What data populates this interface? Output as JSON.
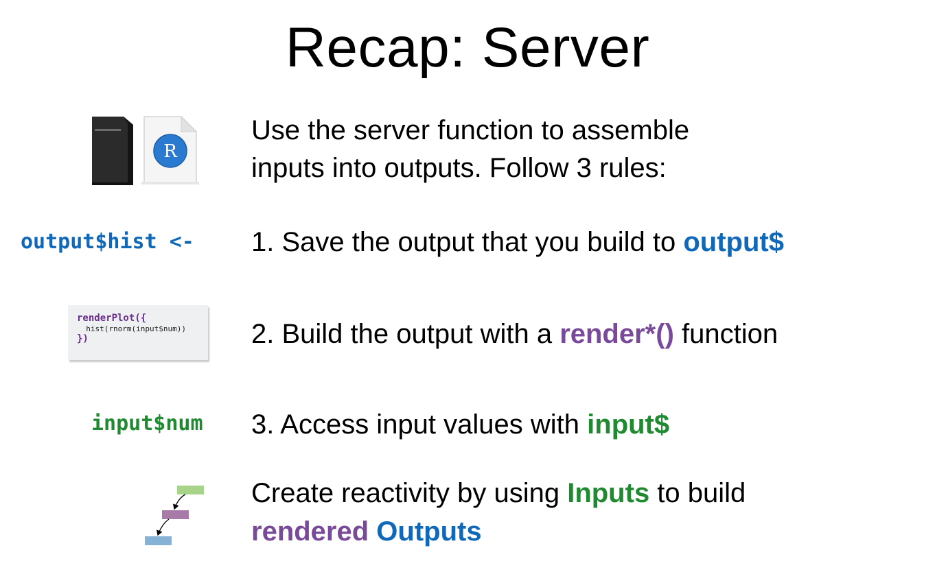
{
  "slide": {
    "title": "Recap: Server",
    "intro": {
      "line1": "Use the server function to assemble",
      "line2": "inputs into outputs. Follow 3 rules:"
    },
    "rule1": {
      "code": "output$hist <-",
      "prefix": "1. Save the output that you build to ",
      "highlight": "output$"
    },
    "rule2": {
      "code_lines": [
        "renderPlot({",
        "  hist(rnorm(input$num))",
        "})"
      ],
      "prefix": "2. Build the output with a ",
      "highlight": "render*()",
      "suffix": " function"
    },
    "rule3": {
      "code": "input$num",
      "prefix": "3. Access input values with ",
      "highlight": "input$"
    },
    "summary": {
      "prefix": "Create reactivity by using ",
      "inputs": "Inputs",
      "middle": " to build",
      "rendered": "rendered",
      "outputs": "Outputs"
    },
    "icons": {
      "server": "server-tower-icon",
      "rfile": "r-file-icon",
      "reactive": "reactive-flow-icon"
    },
    "colors": {
      "output_blue": "#1068b8",
      "render_purple": "#7a4a9a",
      "input_green": "#1f8a30"
    }
  }
}
